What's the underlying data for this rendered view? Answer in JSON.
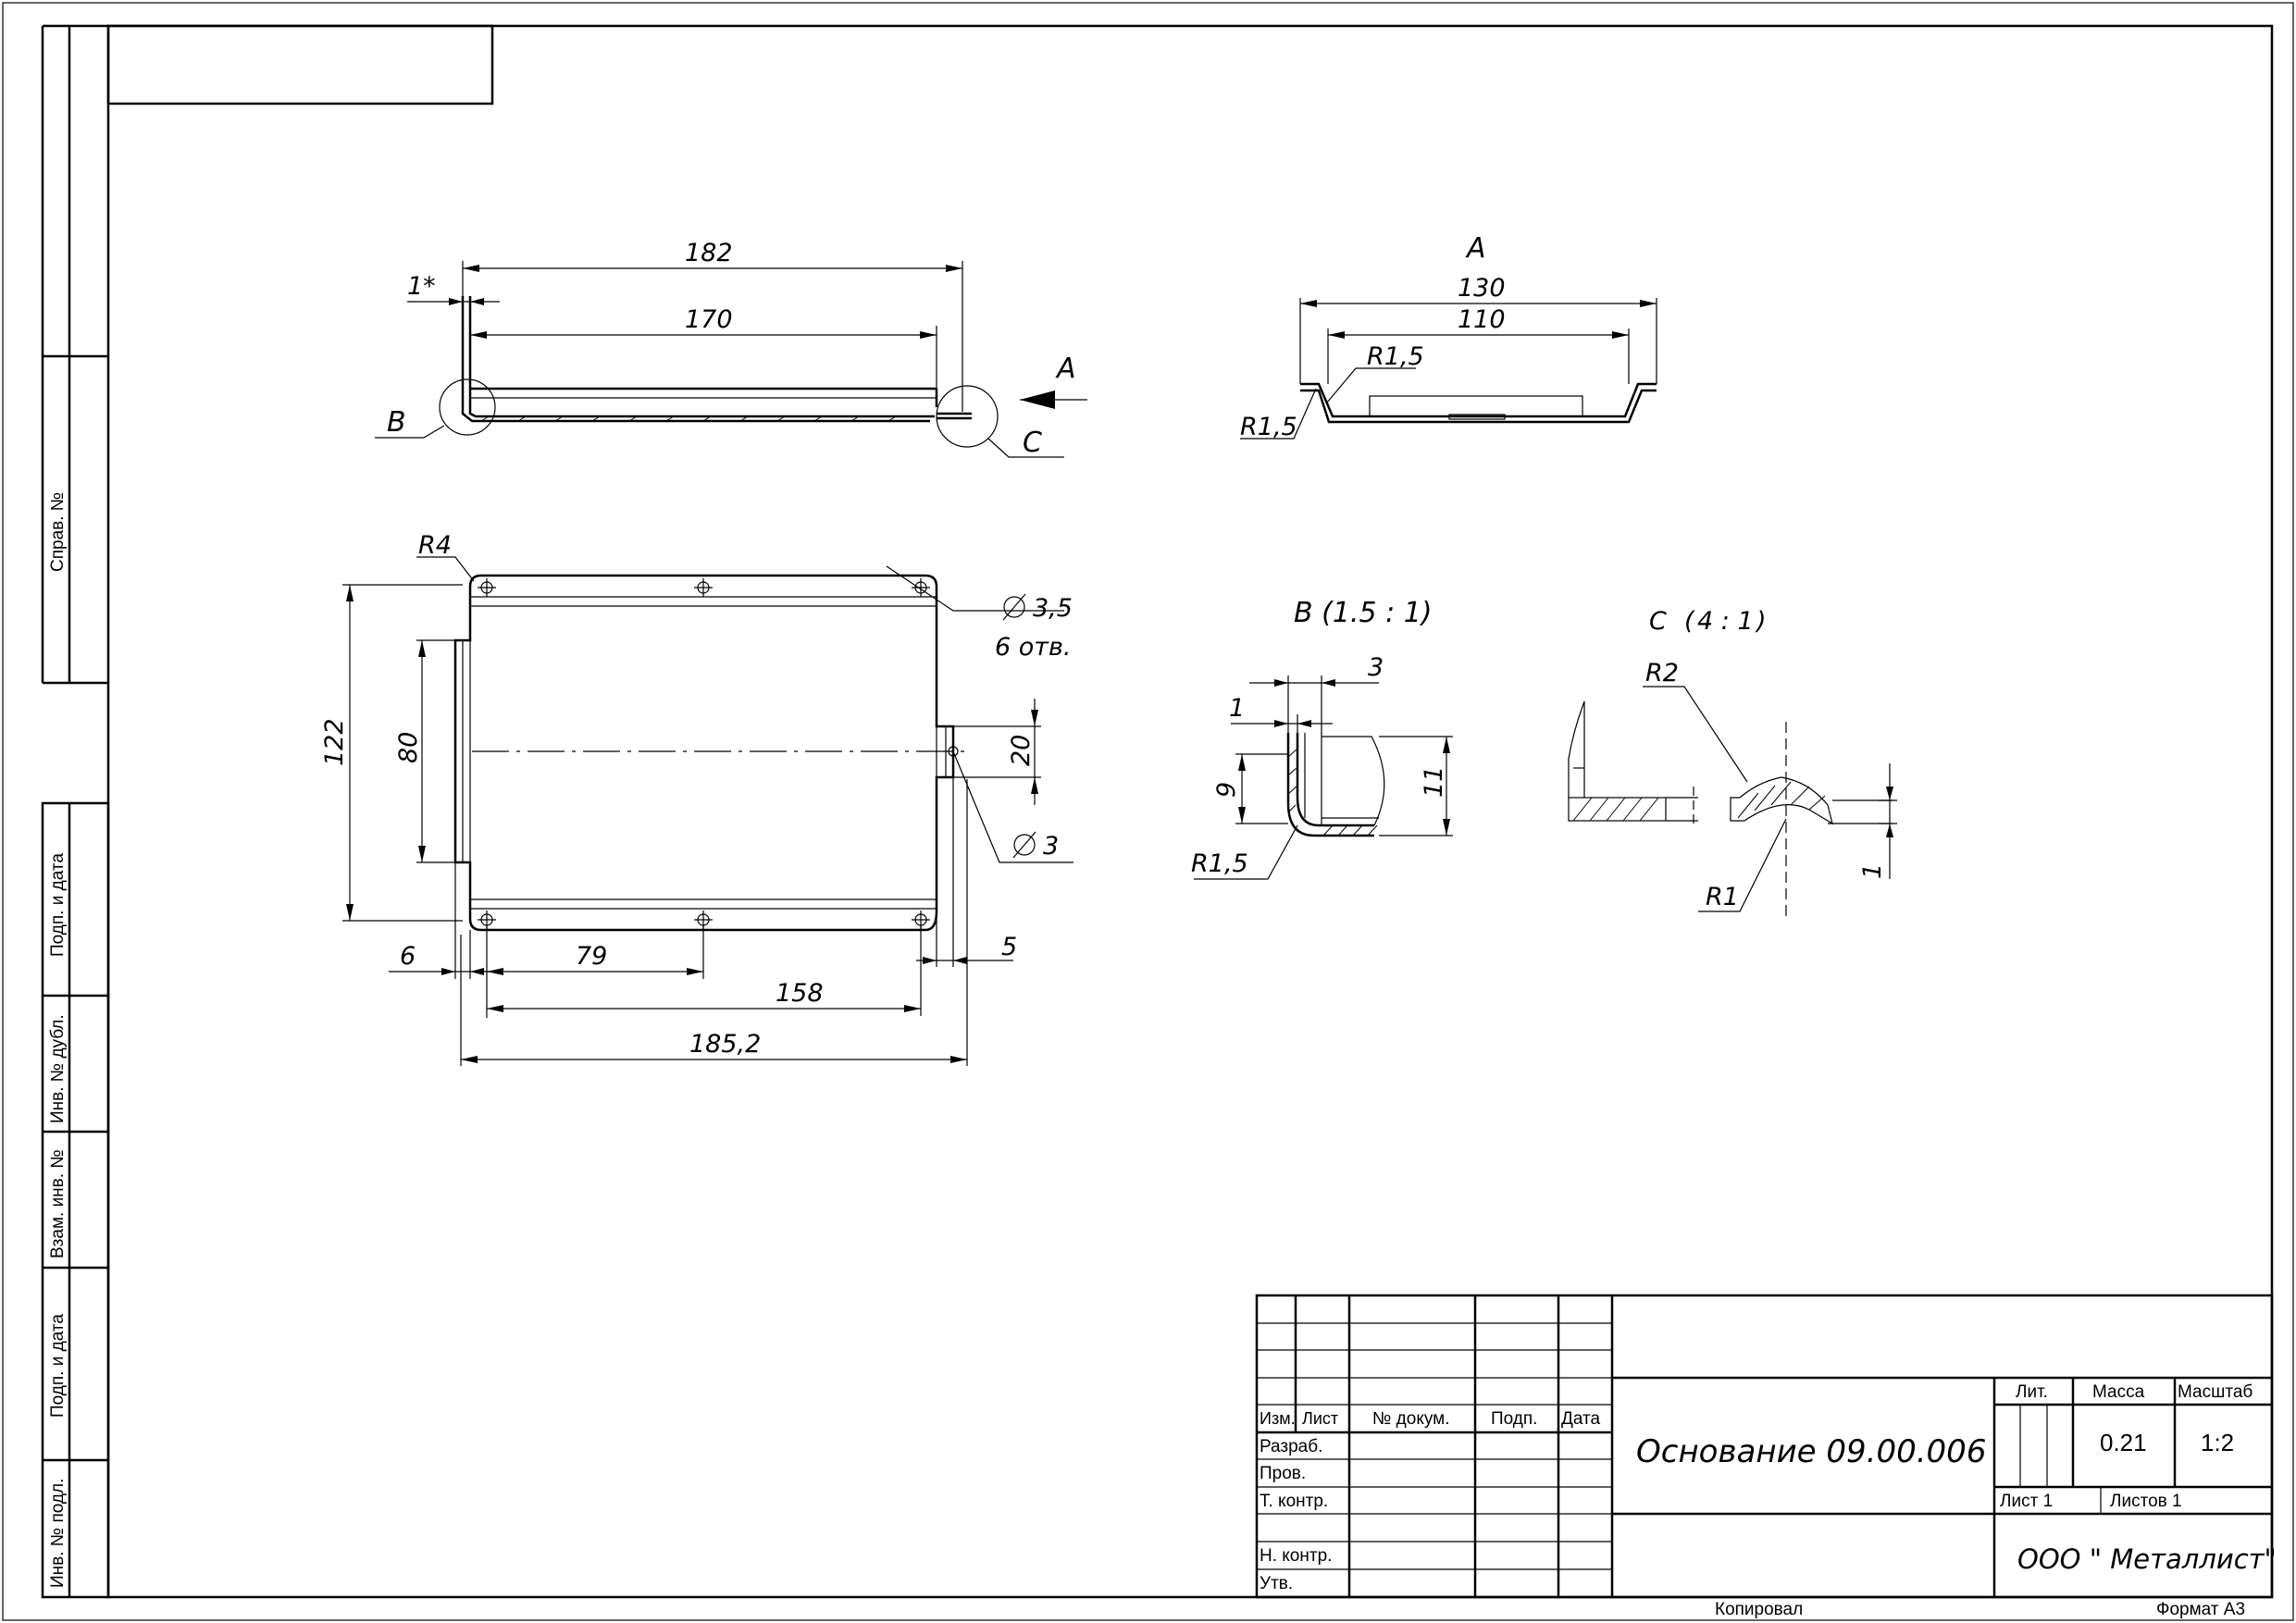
{
  "side_stamp": {
    "sprav_no": "Справ. №",
    "podp_data_1": "Подп. и дата",
    "inv_dubl": "Инв. № дубл.",
    "vzam_inv": "Взам. инв. №",
    "podp_data_2": "Подп. и дата",
    "inv_podl": "Инв. № подл."
  },
  "side_view": {
    "dim_182": "182",
    "dim_170": "170",
    "dim_1star": "1*",
    "label_B": "B",
    "label_C": "C",
    "arrow_A": "A"
  },
  "view_A": {
    "title": "A",
    "dim_130": "130",
    "dim_110": "110",
    "r_top": "R1,5",
    "r_left": "R1,5"
  },
  "plan_view": {
    "r4": "R4",
    "hole_dia": "3,5",
    "hole_count": "6 отв.",
    "dim_122": "122",
    "dim_80": "80",
    "dim_20": "20",
    "hole_dia_3": "3",
    "dim_6": "6",
    "dim_79": "79",
    "dim_5": "5",
    "dim_158": "158",
    "dim_185": "185,2"
  },
  "detail_B": {
    "title": "B (1.5 : 1)",
    "dim_3": "3",
    "dim_1": "1",
    "dim_9": "9",
    "dim_11": "11",
    "r": "R1,5"
  },
  "detail_C": {
    "title_letter": "C",
    "title_scale": "4 : 1",
    "r2": "R2",
    "r1": "R1",
    "dim_1": "1"
  },
  "title_block": {
    "col_izm": "Изм.",
    "col_list": "Лист",
    "col_dokum": "№ докум.",
    "col_podp": "Подп.",
    "col_data": "Дата",
    "row_razrab": "Разраб.",
    "row_prov": "Пров.",
    "row_tkontr": "Т. контр.",
    "row_nkontr": "Н. контр.",
    "row_utv": "Утв.",
    "designation": "Основание 09.00.006",
    "lit_label": "Лит.",
    "massa_label": "Масса",
    "masshtab_label": "Масштаб",
    "massa_value": "0.21",
    "masshtab_value": "1:2",
    "sheet_label": "Лист 1",
    "sheets_label": "Листов 1",
    "organization": "ООО \" Металлист\""
  },
  "footer": {
    "copied": "Копировал",
    "format": "Формат А3"
  }
}
